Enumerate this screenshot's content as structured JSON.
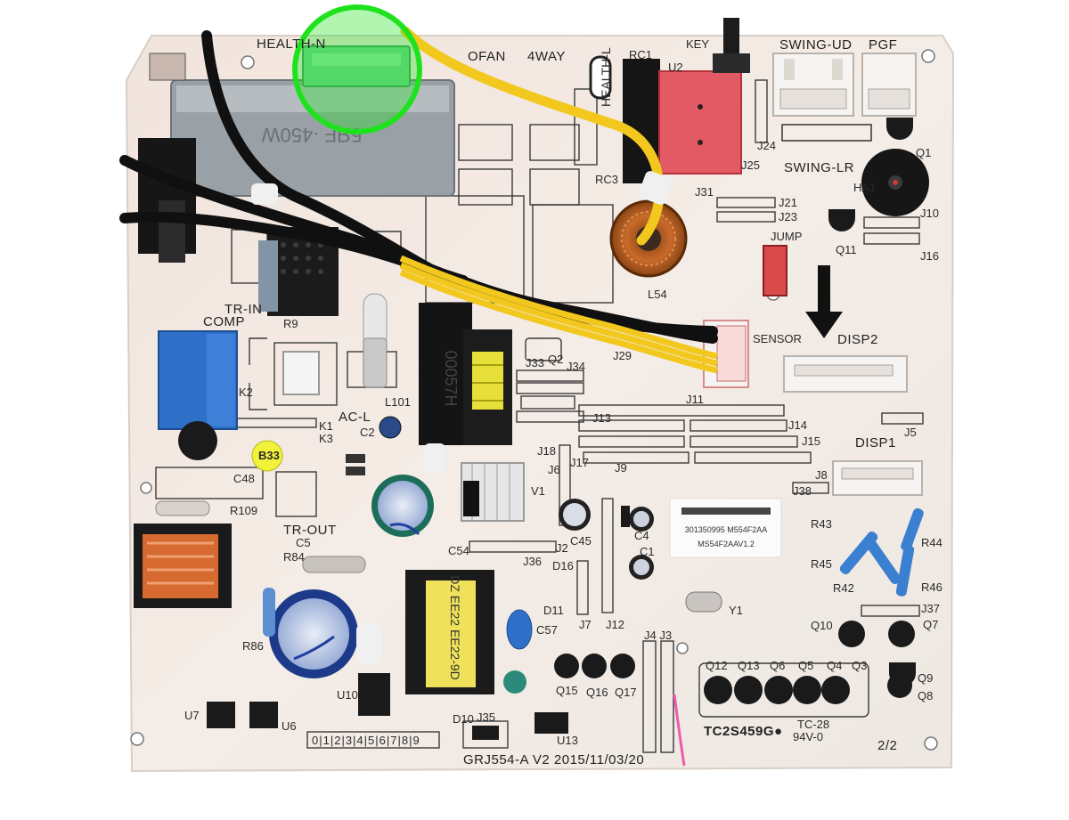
{
  "board": {
    "labels": {
      "health_n": "HEALTH-N",
      "ofan": "OFAN",
      "fourway": "4WAY",
      "health_l": "HEALTH-L",
      "rc1": "RC1",
      "u2": "U2",
      "key": "KEY",
      "swing_ud": "SWING-UD",
      "pgf": "PGF",
      "swing_lr": "SWING-LR",
      "j24": "J24",
      "j25": "J25",
      "rc3": "RC3",
      "j31": "J31",
      "j21": "J21",
      "j23": "J23",
      "j10": "J10",
      "j16": "J16",
      "q1": "Q1",
      "q11": "Q11",
      "ha1": "HA1",
      "jump": "JUMP",
      "l54": "L54",
      "sensor": "SENSOR",
      "disp2": "DISP2",
      "disp1": "DISP1",
      "tr_in": "TR-IN",
      "r9": "R9",
      "comp": "COMP",
      "k2": "K2",
      "k1": "K1",
      "k3": "K3",
      "ac_l": "AC-L",
      "c2": "C2",
      "l101": "L101",
      "b33": "B33",
      "c48": "C48",
      "r109": "R109",
      "tr_out": "TR-OUT",
      "c5": "C5",
      "r84": "R84",
      "r86": "R86",
      "u7": "U7",
      "u6": "U6",
      "u10": "U10",
      "d10": "D10",
      "j35": "J35",
      "u13": "U13",
      "c57": "C57",
      "d11": "D11",
      "d16": "D16",
      "j36": "J36",
      "c54": "C54",
      "c45": "C45",
      "c4": "C4",
      "c1": "C1",
      "y1": "Y1",
      "v1": "V1",
      "j2": "J2",
      "j6": "J6",
      "j7": "J7",
      "j12": "J12",
      "j4j3": "J4 J3",
      "j13": "J13",
      "j14": "J14",
      "j15": "J15",
      "j17": "J17",
      "j18": "J18",
      "j9": "J9",
      "j11": "J11",
      "j8": "J8",
      "j38": "J38",
      "j5": "J5",
      "j33": "J33",
      "q2": "Q2",
      "j34": "J34",
      "j29": "J29",
      "r43": "R43",
      "r44": "R44",
      "r45": "R45",
      "r42": "R42",
      "r46": "R46",
      "j37": "J37",
      "q10": "Q10",
      "q7": "Q7",
      "q9": "Q9",
      "q8": "Q8",
      "q12": "Q12",
      "q13": "Q13",
      "q6": "Q6",
      "q5": "Q5",
      "q4": "Q4",
      "q3": "Q3",
      "q15": "Q15",
      "q16": "Q16",
      "q17": "Q17",
      "board_code": "GRJ554-A V2  2015/11/03/20",
      "tc_code": "TC2S459G●",
      "tc28": "TC-28",
      "rating": "94V-0",
      "page": "2/2",
      "digits": "0|1|2|3|4|5|6|7|8|9"
    },
    "component_markings": {
      "relay_big": "5ЯF ·450W",
      "relay_small": "00057H",
      "transformer": "DZ EE22 EE22-9D",
      "sticker_line1": "301350995  M554F2AA",
      "sticker_line2": "MS54F2AAV1.2"
    },
    "highlight": {
      "color": "#1fe21f",
      "target": "HEALTH-N connector"
    },
    "colors": {
      "board": "#f3ebe3",
      "silk": "#3a3a3a",
      "wire_yellow": "#f2c81e",
      "wire_black": "#101010",
      "relay_red": "#e0505a",
      "relay_blue": "#2e6fc8",
      "connector_white": "#f6f4f2"
    }
  }
}
